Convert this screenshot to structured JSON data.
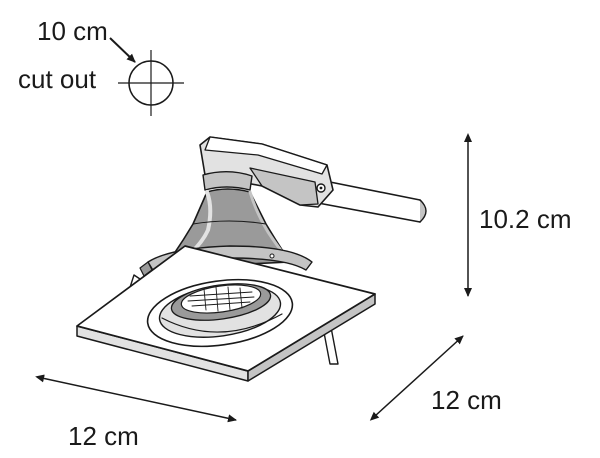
{
  "labels": {
    "cutout_size": "10 cm",
    "cutout_text": "cut out",
    "height": "10.2 cm",
    "depth": "12 cm",
    "width": "12 cm"
  },
  "colors": {
    "line": "#1a1a1a",
    "shade_dark": "#9a9a9a",
    "shade_mid": "#c4c4c4",
    "shade_light": "#e2e2e2",
    "background": "#ffffff"
  }
}
